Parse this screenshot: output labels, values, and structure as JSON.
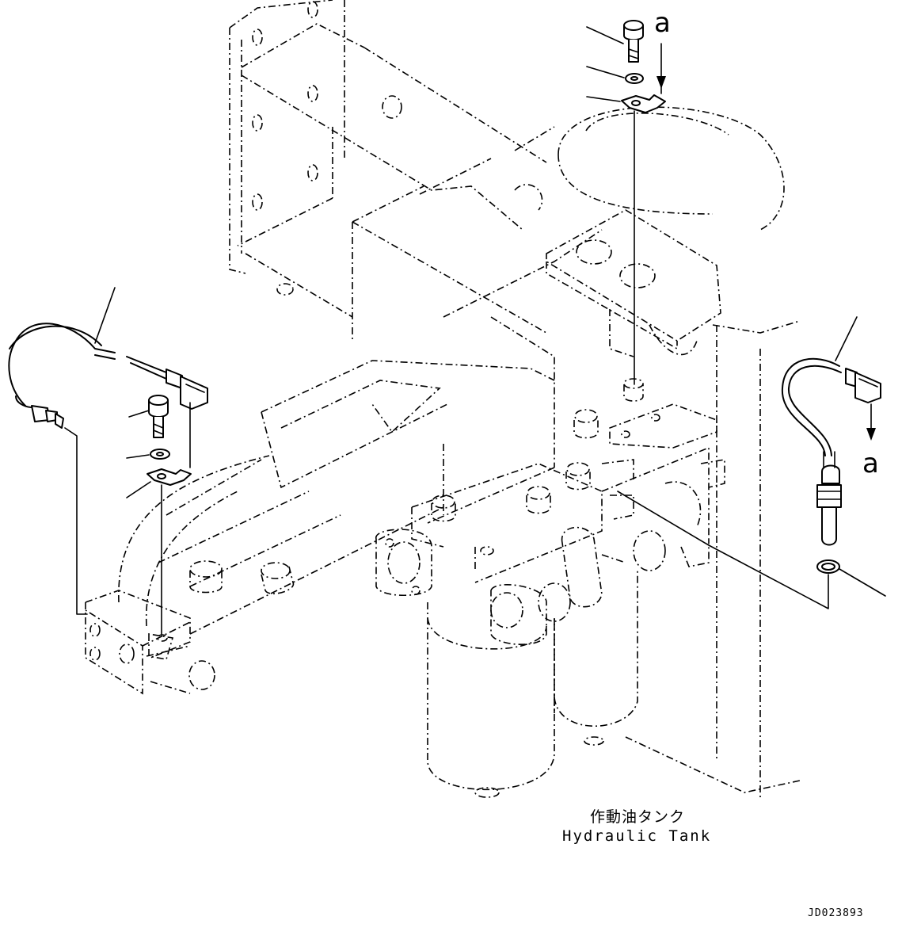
{
  "labels": {
    "callout_top": "a",
    "callout_right": "a",
    "tank_japanese": "作動油タンク",
    "tank_english": "Hydraulic Tank",
    "drawing_id": "JD023893"
  }
}
